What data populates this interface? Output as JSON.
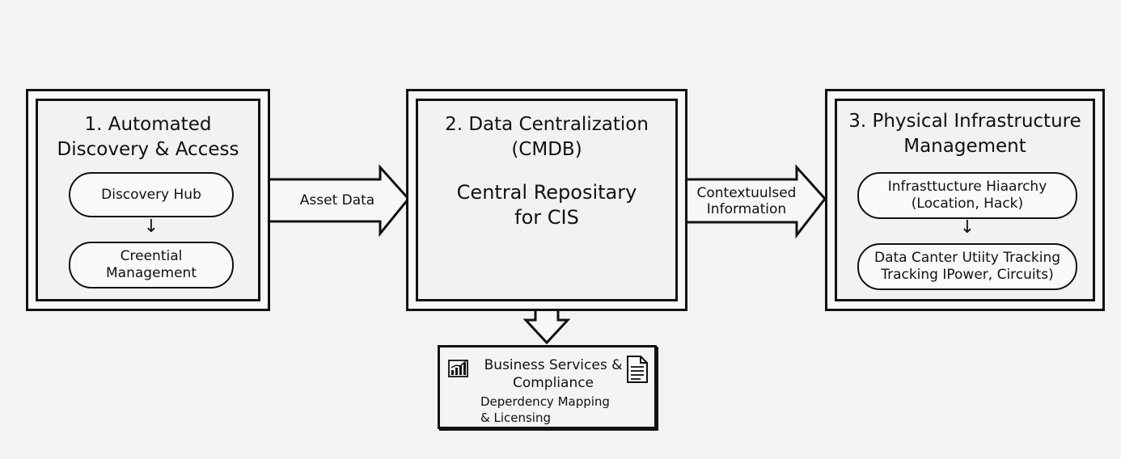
{
  "step1": {
    "title": "1. Automated\nDiscovery & Access",
    "items": [
      "Discovery Hub",
      "Creential\nManagement"
    ]
  },
  "arrow1": {
    "label": "Asset Data"
  },
  "step2": {
    "title": "2. Data Centralization\n(CMDB)",
    "body": "Central Repositary\nfor CIS"
  },
  "arrow2": {
    "label": "Contextuulsed\nInformation"
  },
  "step3": {
    "title": "3. Physical Infrastructure\nManagement",
    "items": [
      "Infrasttucture Hiaarchy\n(Location, Hack)",
      "Data Canter Utiity Tracking\nTracking IPower, Circuits)"
    ]
  },
  "bottom": {
    "title": "Business Services &\nCompliance",
    "subtitle": "Deperdency Mapping\n& Licensing",
    "left_icon": "chart-icon",
    "right_icon": "document-icon"
  },
  "colors": {
    "stroke": "#111111",
    "background": "#f3f3f3"
  }
}
